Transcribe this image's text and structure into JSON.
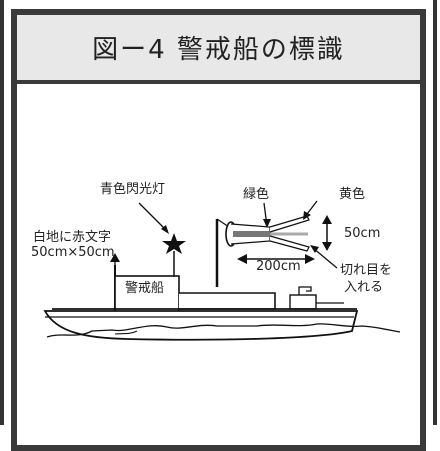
{
  "title": "図ー4 警戒船の標識",
  "labels": {
    "blue_light": "青色閃光灯",
    "sign_desc_line1": "白地に赤文字",
    "sign_desc_line2": "50cm×50cm",
    "sign_text": "警戒船",
    "green": "緑色",
    "yellow": "黄色",
    "size_vertical": "50cm",
    "size_horizontal": "200cm",
    "cut_line1": "切れ目を",
    "cut_line2": "入れる"
  }
}
